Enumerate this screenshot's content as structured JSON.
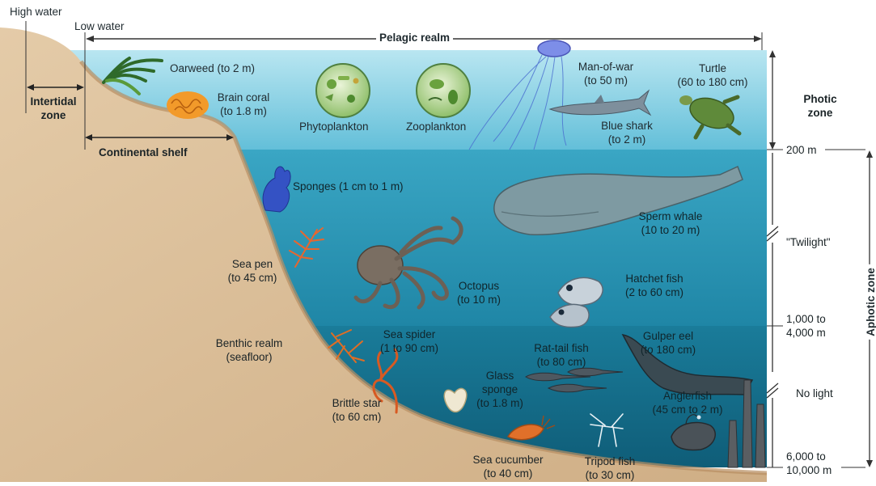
{
  "header": {
    "high_water": "High water",
    "low_water": "Low water",
    "pelagic_realm": "Pelagic realm"
  },
  "shore": {
    "intertidal": [
      "Intertidal",
      "zone"
    ],
    "continental_shelf": "Continental shelf"
  },
  "benthic": {
    "title": "Benthic realm",
    "subtitle": "(seafloor)"
  },
  "zones": {
    "photic": [
      "Photic",
      "zone"
    ],
    "aphotic": "Aphotic zone",
    "twilight": "\"Twilight\"",
    "no_light": "No light"
  },
  "depths": {
    "d200": "200 m",
    "d1000": [
      "1,000 to",
      "4,000 m"
    ],
    "d6000": [
      "6,000 to",
      "10,000 m"
    ]
  },
  "organisms": {
    "oarweed": "Oarweed (to 2 m)",
    "brain_coral": [
      "Brain coral",
      "(to 1.8 m)"
    ],
    "phytoplankton": "Phytoplankton",
    "zooplankton": "Zooplankton",
    "man_of_war": [
      "Man-of-war",
      "(to 50 m)"
    ],
    "turtle": [
      "Turtle",
      "(60 to 180 cm)"
    ],
    "blue_shark": [
      "Blue shark",
      "(to 2 m)"
    ],
    "sponges": "Sponges (1 cm to 1 m)",
    "sperm_whale": [
      "Sperm whale",
      "(10 to 20 m)"
    ],
    "sea_pen": [
      "Sea pen",
      "(to 45 cm)"
    ],
    "octopus": [
      "Octopus",
      "(to 10 m)"
    ],
    "hatchet_fish": [
      "Hatchet fish",
      "(2 to 60 cm)"
    ],
    "sea_spider": [
      "Sea spider",
      "(1 to 90 cm)"
    ],
    "rat_tail": [
      "Rat-tail fish",
      "(to 80 cm)"
    ],
    "gulper_eel": [
      "Gulper eel",
      "(to 180 cm)"
    ],
    "glass_sponge": [
      "Glass",
      "sponge",
      "(to 1.8 m)"
    ],
    "brittle_star": [
      "Brittle star",
      "(to 60 cm)"
    ],
    "anglerfish": [
      "Anglerfish",
      "(45 cm to 2 m)"
    ],
    "sea_cucumber": [
      "Sea cucumber",
      "(to 40 cm)"
    ],
    "tripod_fish": [
      "Tripod fish",
      "(to 30 cm)"
    ]
  },
  "colors": {
    "photic_water": "#8fd3e6",
    "twilight_water": "#2f95b4",
    "deep_water": "#15708f",
    "sand": "#d8bd98",
    "sand_edge": "#c8a37a"
  }
}
